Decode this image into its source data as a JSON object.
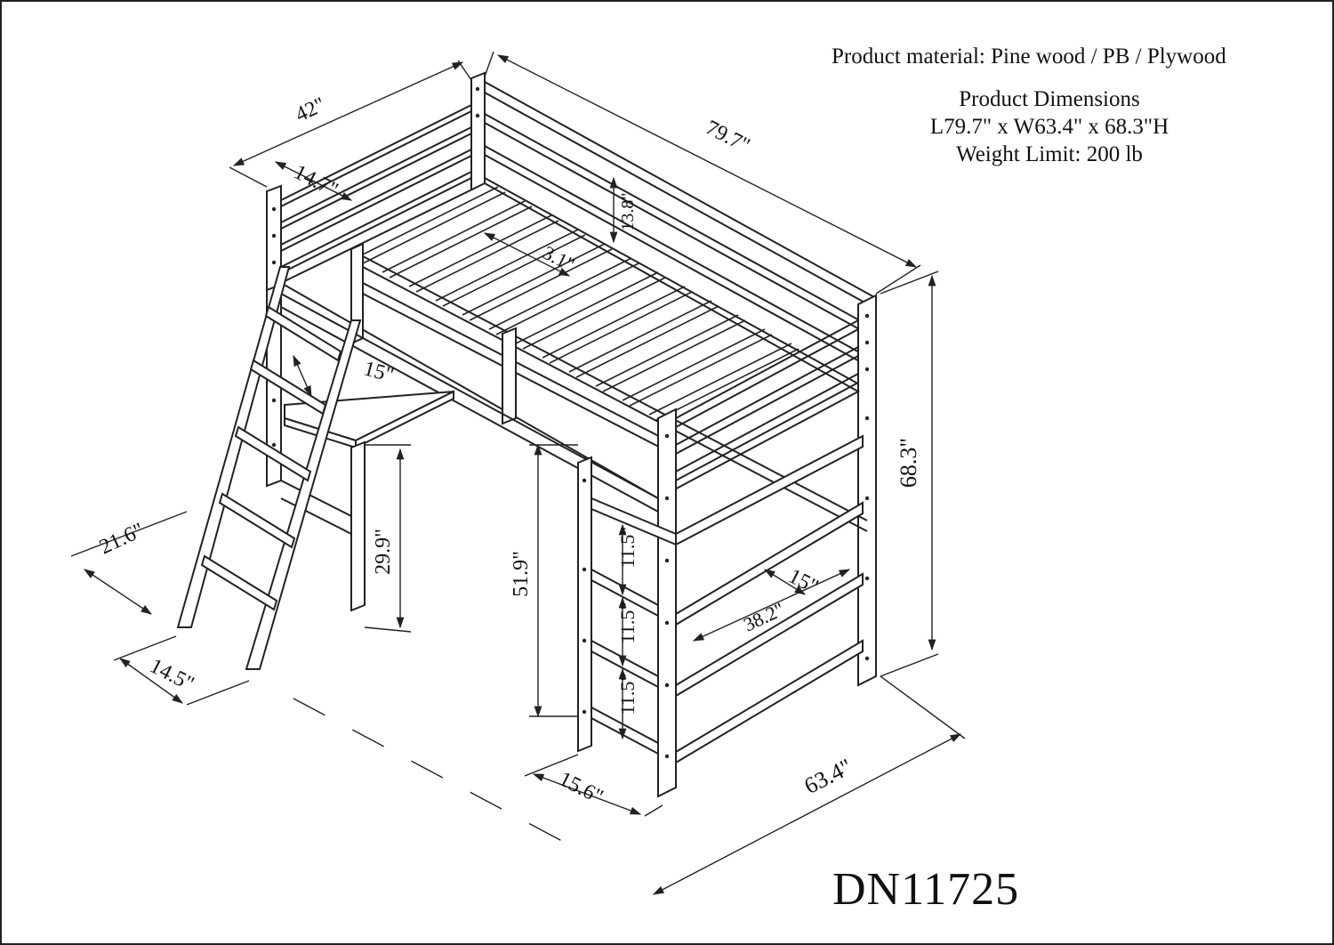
{
  "info": {
    "material": "Product material: Pine wood / PB / Plywood",
    "dimensions_heading": "Product Dimensions",
    "dimensions_value": "L79.7\" x W63.4\" x 68.3\"H",
    "weight_limit": "Weight Limit: 200 lb"
  },
  "model_code": "DN11725",
  "dimensions": {
    "bed_width": "42\"",
    "headboard_offset": "14.7\"",
    "bed_length": "79.7\"",
    "guard_rail_height": "13.8\"",
    "slat_span": "3.1\"",
    "overall_height": "68.3\"",
    "desk_depth": "15\"",
    "desk_height": "29.9\"",
    "ladder_spacing": "21.6\"",
    "ladder_width": "14.5\"",
    "bed_underside_height": "51.9\"",
    "shelf_gap_1": "11.5\"",
    "shelf_gap_2": "11.5\"",
    "shelf_gap_3": "11.5\"",
    "shelf_depth": "15\"",
    "shelf_width": "38.2\"",
    "shelf_unit_depth": "15.6\"",
    "overall_width": "63.4\""
  }
}
